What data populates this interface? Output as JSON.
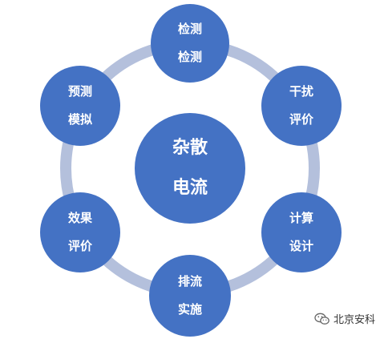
{
  "diagram": {
    "center": {
      "line1": "杂散",
      "line2": "电流"
    },
    "nodes": [
      {
        "id": "top",
        "line1": "检测",
        "line2": "检测"
      },
      {
        "id": "upper-right",
        "line1": "干扰",
        "line2": "评价"
      },
      {
        "id": "lower-right",
        "line1": "计算",
        "line2": "设计"
      },
      {
        "id": "bottom",
        "line1": "排流",
        "line2": "实施"
      },
      {
        "id": "lower-left",
        "line1": "效果",
        "line2": "评价"
      },
      {
        "id": "upper-left",
        "line1": "预测",
        "line2": "模拟"
      }
    ]
  },
  "watermark": {
    "text": "北京安科",
    "icon": "wechat-icon"
  },
  "colors": {
    "node_fill": "#4472c4",
    "ring": "#b4c0dc",
    "text": "#ffffff"
  }
}
